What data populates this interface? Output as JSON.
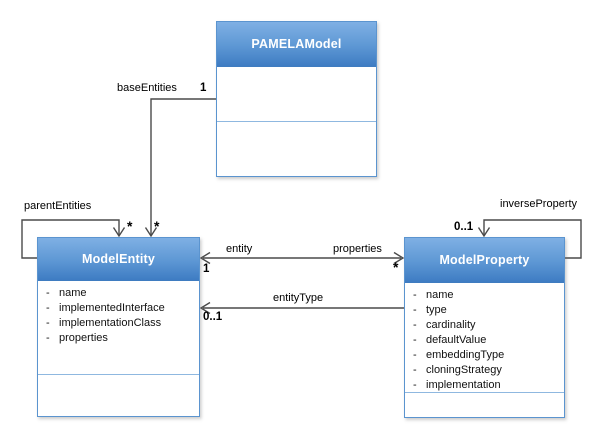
{
  "diagram": {
    "kind": "uml-class-diagram",
    "attribute_prefix": "-",
    "classes": {
      "pamela_model": {
        "title": "PAMELAModel",
        "attributes": []
      },
      "model_entity": {
        "title": "ModelEntity",
        "attributes": [
          "name",
          "implementedInterface",
          "implementationClass",
          "properties"
        ]
      },
      "model_property": {
        "title": "ModelProperty",
        "attributes": [
          "name",
          "type",
          "cardinality",
          "defaultValue",
          "embeddingType",
          "cloningStrategy",
          "implementation"
        ]
      }
    },
    "edges": {
      "base_entities": {
        "name": "baseEntities",
        "source_mult": "1",
        "target_mult": "*"
      },
      "parent_entities": {
        "name": "parentEntities",
        "target_mult": "*"
      },
      "entity_properties": {
        "left_name": "entity",
        "right_name": "properties",
        "left_mult": "1",
        "right_mult": "*"
      },
      "entity_type": {
        "name": "entityType",
        "target_mult": "0..1"
      },
      "inverse_property": {
        "name": "inverseProperty",
        "target_mult": "0..1"
      }
    },
    "colors": {
      "header_gradient_top": "#7fb0e4",
      "header_gradient_bottom": "#3e7cc3",
      "box_border": "#5b94cf",
      "compartment_divider": "#8fb8e0",
      "header_text": "#ffffff",
      "line": "#4a4a4a",
      "label_text": "#000000",
      "background": "#ffffff"
    }
  }
}
